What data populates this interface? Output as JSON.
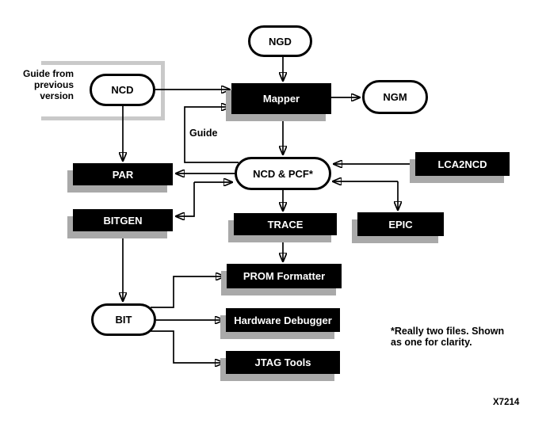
{
  "diagram": {
    "title_hint": "Design flow diagram",
    "nodes": {
      "ngd": "NGD",
      "ncd": "NCD",
      "ngm": "NGM",
      "mapper": "Mapper",
      "ncd_pcf": "NCD & PCF*",
      "lca2ncd": "LCA2NCD",
      "par": "PAR",
      "bitgen": "BITGEN",
      "trace": "TRACE",
      "epic": "EPIC",
      "bit": "BIT",
      "prom_formatter": "PROM Formatter",
      "hardware_debugger": "Hardware Debugger",
      "jtag_tools": "JTAG Tools"
    },
    "labels": {
      "guide_source": "Guide from\nprevious\nversion",
      "guide_edge": "Guide",
      "footnote": "*Really two files. Shown\nas one for clarity.",
      "figure_id": "X7214"
    },
    "colors": {
      "box_fill": "#000000",
      "box_text": "#ffffff",
      "box_shadow": "#a9a9a9",
      "guide_frame": "#c9c9c9",
      "line": "#000000",
      "background": "#ffffff"
    }
  }
}
